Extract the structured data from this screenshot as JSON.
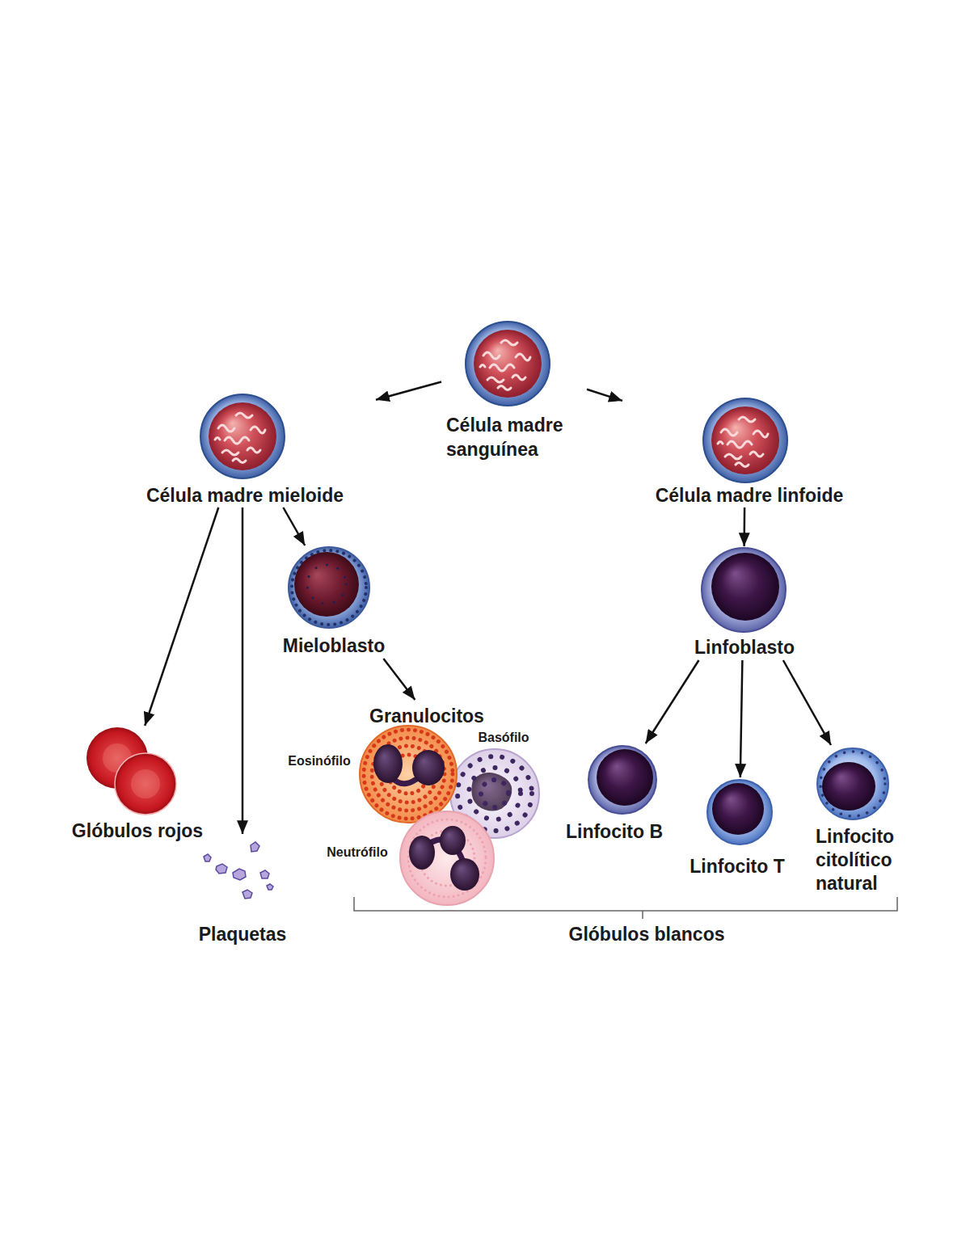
{
  "diagram": {
    "nodes": [
      {
        "text": [
          "Célula madre sanguínea"
        ]
      },
      {
        "text": [
          "Célula madre mieloide"
        ]
      },
      {
        "text": [
          "Célula madre linfoide"
        ]
      },
      {
        "text": [
          "Mieloblasto"
        ]
      },
      {
        "text": [
          "Linfoblasto"
        ]
      },
      {
        "text": [
          "Granulocitos"
        ]
      },
      {
        "text": [
          "Eosinófilo"
        ],
        "in": 5
      },
      {
        "text": [
          "Basófilo"
        ],
        "in": 5
      },
      {
        "text": [
          "Neutrófilo"
        ],
        "in": 5
      },
      {
        "text": [
          "Glóbulos rojos"
        ]
      },
      {
        "text": [
          "Linfocito B"
        ]
      },
      {
        "text": [
          "Linfocito T"
        ]
      },
      {
        "text": [
          "Linfocito citolítico natural"
        ]
      },
      {
        "text": [
          "Plaquetas"
        ]
      }
    ],
    "edges": [
      {
        "from": 0,
        "to": 1,
        "arrow": "to"
      },
      {
        "from": 0,
        "to": 2,
        "arrow": "to"
      },
      {
        "from": 1,
        "to": 9,
        "arrow": "to"
      },
      {
        "from": 1,
        "to": 13,
        "arrow": "to"
      },
      {
        "from": 1,
        "to": 3,
        "arrow": "to"
      },
      {
        "from": 3,
        "to": 5,
        "arrow": "to"
      },
      {
        "from": 2,
        "to": 4,
        "arrow": "to"
      },
      {
        "from": 4,
        "to": 10,
        "arrow": "to"
      },
      {
        "from": 4,
        "to": 11,
        "arrow": "to"
      },
      {
        "from": 4,
        "to": 12,
        "arrow": "to"
      }
    ],
    "labels": [
      "Glóbulos blancos"
    ]
  }
}
